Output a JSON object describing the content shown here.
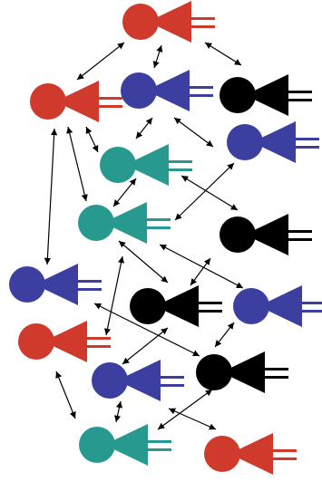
{
  "colors": {
    "red": "#d03a2c",
    "blue": "#3c3ea0",
    "teal": "#27998e",
    "black": "#000000",
    "arrow": "#000000",
    "background": "#ffffff"
  },
  "nodes": [
    {
      "id": "red-top",
      "color": "red",
      "icon": "figure-icon"
    },
    {
      "id": "red-left",
      "color": "red",
      "icon": "figure-icon"
    },
    {
      "id": "blue-top",
      "color": "blue",
      "icon": "figure-icon"
    },
    {
      "id": "black-top-right",
      "color": "black",
      "icon": "figure-icon"
    },
    {
      "id": "blue-right-top",
      "color": "blue",
      "icon": "figure-icon"
    },
    {
      "id": "teal-upper",
      "color": "teal",
      "icon": "figure-icon"
    },
    {
      "id": "teal-middle",
      "color": "teal",
      "icon": "figure-icon"
    },
    {
      "id": "black-right-middle",
      "color": "black",
      "icon": "figure-icon"
    },
    {
      "id": "blue-left",
      "color": "blue",
      "icon": "figure-icon"
    },
    {
      "id": "black-center",
      "color": "black",
      "icon": "figure-icon"
    },
    {
      "id": "blue-right-lower",
      "color": "blue",
      "icon": "figure-icon"
    },
    {
      "id": "red-left-lower",
      "color": "red",
      "icon": "figure-icon"
    },
    {
      "id": "black-lower",
      "color": "black",
      "icon": "figure-icon"
    },
    {
      "id": "blue-lower",
      "color": "blue",
      "icon": "figure-icon"
    },
    {
      "id": "teal-bottom",
      "color": "teal",
      "icon": "figure-icon"
    },
    {
      "id": "red-bottom-right",
      "color": "red",
      "icon": "figure-icon"
    }
  ],
  "links": [
    {
      "from": "red-top",
      "to": "red-left",
      "type": "bidirectional"
    },
    {
      "from": "red-top",
      "to": "blue-top",
      "type": "bidirectional"
    },
    {
      "from": "red-top",
      "to": "black-top-right",
      "type": "bidirectional"
    },
    {
      "from": "red-left",
      "to": "blue-left",
      "type": "bidirectional"
    },
    {
      "from": "red-left",
      "to": "teal-middle",
      "type": "bidirectional"
    },
    {
      "from": "red-left",
      "to": "teal-upper",
      "type": "bidirectional"
    },
    {
      "from": "blue-top",
      "to": "teal-upper",
      "type": "bidirectional"
    },
    {
      "from": "blue-top",
      "to": "blue-right-top",
      "type": "bidirectional"
    },
    {
      "from": "teal-upper",
      "to": "teal-middle",
      "type": "bidirectional"
    },
    {
      "from": "blue-right-top",
      "to": "teal-middle",
      "type": "bidirectional"
    },
    {
      "from": "teal-upper",
      "to": "black-right-middle",
      "type": "bidirectional"
    },
    {
      "from": "teal-middle",
      "to": "black-center",
      "type": "bidirectional"
    },
    {
      "from": "black-right-middle",
      "to": "black-center",
      "type": "bidirectional"
    },
    {
      "from": "teal-middle",
      "to": "blue-right-lower",
      "type": "bidirectional"
    },
    {
      "from": "teal-middle",
      "to": "blue-lower",
      "type": "bidirectional"
    },
    {
      "from": "black-center",
      "to": "black-lower",
      "type": "bidirectional"
    },
    {
      "from": "blue-right-lower",
      "to": "black-lower",
      "type": "bidirectional"
    },
    {
      "from": "black-center",
      "to": "blue-lower",
      "type": "bidirectional"
    },
    {
      "from": "blue-lower",
      "to": "teal-bottom",
      "type": "bidirectional"
    },
    {
      "from": "red-left-lower",
      "to": "teal-bottom",
      "type": "bidirectional"
    },
    {
      "from": "black-lower",
      "to": "teal-bottom",
      "type": "bidirectional"
    },
    {
      "from": "blue-lower",
      "to": "red-bottom-right",
      "type": "bidirectional"
    }
  ]
}
